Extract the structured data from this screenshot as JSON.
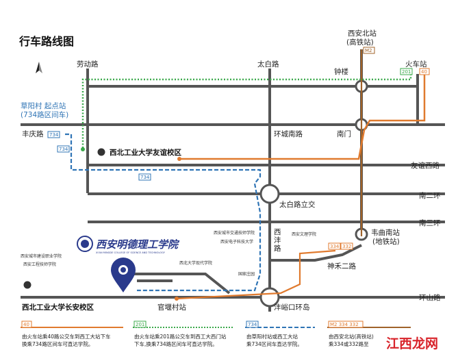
{
  "title": "行车路线图",
  "roads": {
    "laodong": "劳动路",
    "taibai": "太白路",
    "xian_north_1": "西安北站",
    "xian_north_2": "(高铁站)",
    "huoche": "火车站",
    "zhonglou": "钟楼",
    "nanmen": "南门",
    "huancheng": "环城南路",
    "fengqing": "丰庆路",
    "youyi": "友谊西路",
    "ner_huan": "南二环",
    "nsan_huan": "南三环",
    "taibai_lijiao": "太白路立交",
    "xifeng_1": "西",
    "xifeng_2": "沣",
    "xifeng_3": "路",
    "weiqu_1": "韦曲南站",
    "weiqu_2": "(地铁站)",
    "shenhe": "神禾二路",
    "huanshan": "环山路",
    "fengyukou": "沣峪口环岛",
    "guanchang": "官堰村站",
    "caoyang_1": "草阳村 起点站",
    "caoyang_2": "(734路区间车)",
    "youyi_campus": "西北工业大学友谊校区",
    "changan_campus": "西北工业大学长安校区"
  },
  "poi": {
    "school_a": "西安城市建设职业学院",
    "school_b": "西安工程技师学院",
    "school_c": "西安城市交通技师学院",
    "school_d": "西安电子科技大学",
    "school_e": "西安文理学院",
    "school_f": "西北大学现代学院",
    "school_g": "国家庄园"
  },
  "logo": {
    "name_cn": "西安明德理工学院",
    "name_en": "XI'AN MINGDE COLLEGE OF SCIENCE AND TECHNOLOGY"
  },
  "tags": {
    "m2": "M2",
    "r201": "201",
    "r40": "40",
    "r734": "734",
    "r334": "334",
    "r332": "332"
  },
  "legend": [
    {
      "tag": "40",
      "text1": "由火车站乘40路公交车到西工大站下车",
      "text2": "换乘734路区间车可直达学院。"
    },
    {
      "tag": "201",
      "text1": "由火车站乘201路公交车到西工大西门站",
      "text2": "下车,换乘734路区间车可直达学院。"
    },
    {
      "tag": "734",
      "text1": "由草阳村站或西工大站",
      "text2": "乘734区间车直达学院。"
    },
    {
      "tag": "M2 334 332",
      "text1": "由西安北站(高铁站)",
      "text2": "乘334或332路至"
    }
  ],
  "watermark": "江西龙网",
  "colors": {
    "road": "#555555",
    "orange": "#e07a2e",
    "green": "#3aa84a",
    "blue": "#2f74b5",
    "metro": "#a0632a"
  }
}
